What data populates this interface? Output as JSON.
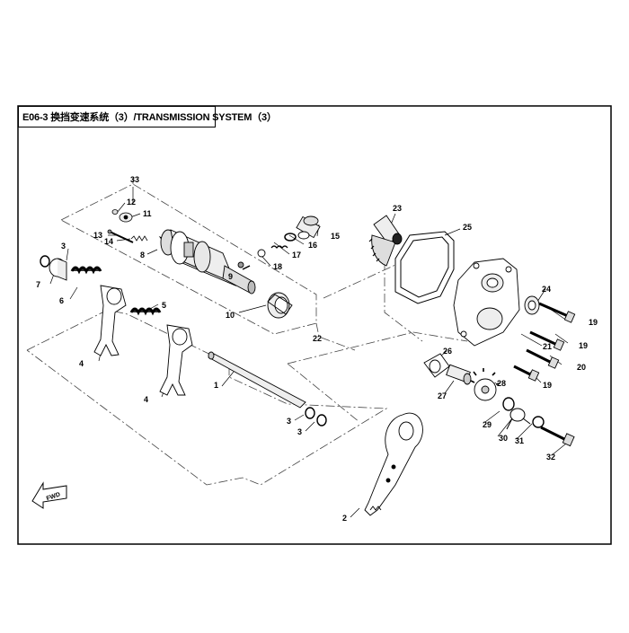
{
  "title": "E06-3 换挡变速系统（3）/TRANSMISSION SYSTEM（3）",
  "fwd_label": "FWD",
  "callouts": {
    "c1": "1",
    "c2": "2",
    "c3a": "3",
    "c3b": "3",
    "c3c": "3",
    "c4a": "4",
    "c4b": "4",
    "c5": "5",
    "c6": "6",
    "c7": "7",
    "c8": "8",
    "c9": "9",
    "c10": "10",
    "c11": "11",
    "c12": "12",
    "c13": "13",
    "c14": "14",
    "c15": "15",
    "c16": "16",
    "c17": "17",
    "c18": "18",
    "c19a": "19",
    "c19b": "19",
    "c19c": "19",
    "c20": "20",
    "c21": "21",
    "c22": "22",
    "c23": "23",
    "c24": "24",
    "c25": "25",
    "c26": "26",
    "c27": "27",
    "c28": "28",
    "c29": "29",
    "c30": "30",
    "c31": "31",
    "c32": "32",
    "c33": "33"
  }
}
